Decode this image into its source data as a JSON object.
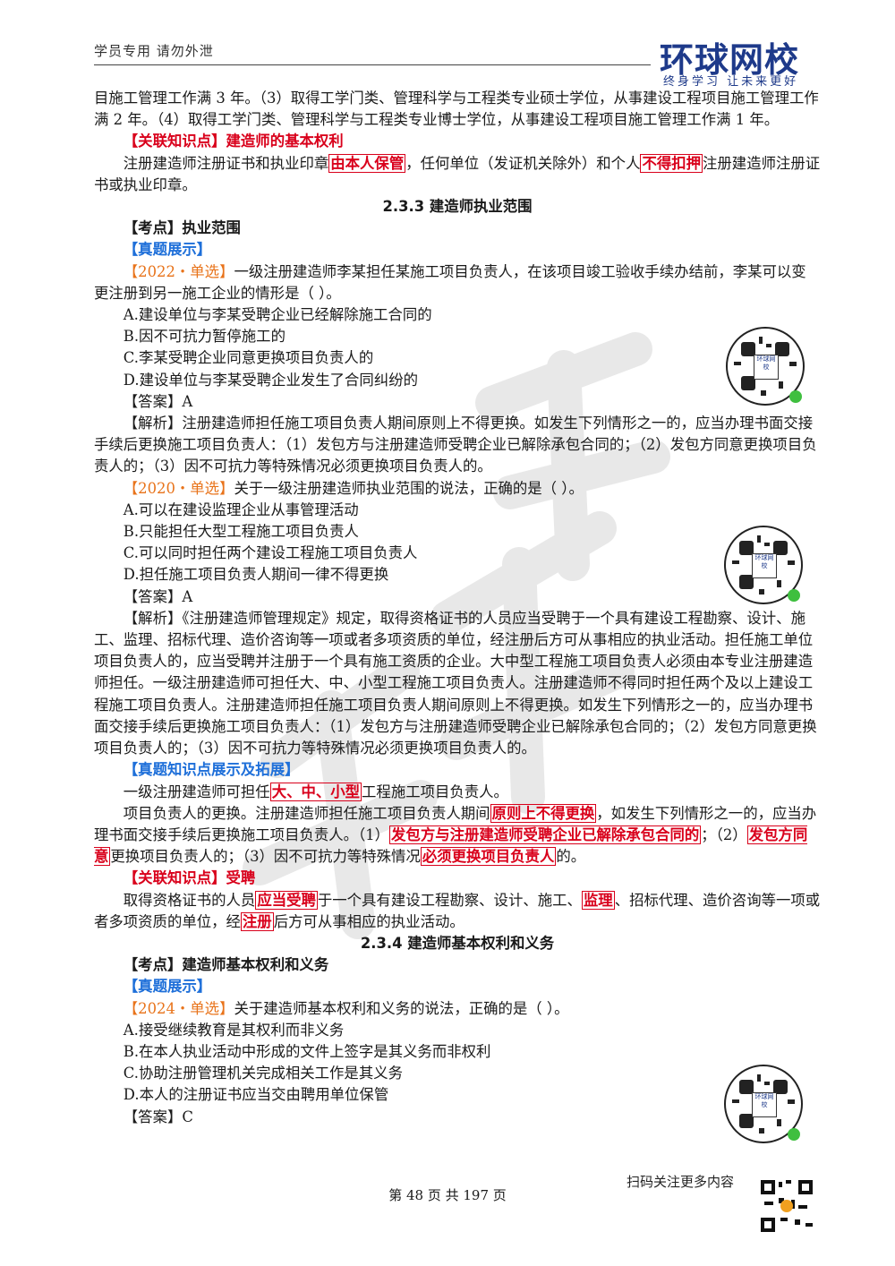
{
  "header": {
    "note": "学员专用 请勿外泄",
    "logo_main": "环球网校",
    "logo_sub": "终身学习 让未来更好"
  },
  "body": {
    "p1": "目施工管理工作满 3 年。（3）取得工学门类、管理科学与工程类专业硕士学位，从事建设工程项目施工管理工作满 2 年。（4）取得工学门类、管理科学与工程类专业博士学位，从事建设工程项目施工管理工作满 1 年。",
    "rel1_title": "【关联知识点】建造师的基本权利",
    "rel1": {
      "a": "注册建造师注册证书和执业印章",
      "h1": "由本人保管",
      "b": "，任何单位（发证机关除外）和个人",
      "h2": "不得扣押",
      "c": "注册建造师注册证书或执业印章。"
    },
    "sec233": "2.3.3 建造师执业范围",
    "kp1": "【考点】执业范围",
    "zt1": "【真题展示】",
    "q1": {
      "tag": "【2022・单选】",
      "text": "一级注册建造师李某担任某施工项目负责人，在该项目竣工验收手续办结前，李某可以变更注册到另一施工企业的情形是（ ）。"
    },
    "q1_opts": [
      "A.建设单位与李某受聘企业已经解除施工合同的",
      "B.因不可抗力暂停施工的",
      "C.李某受聘企业同意更换项目负责人的",
      "D.建设单位与李某受聘企业发生了合同纠纷的"
    ],
    "q1_ans": "【答案】A",
    "q1_exp": "【解析】注册建造师担任施工项目负责人期间原则上不得更换。如发生下列情形之一的，应当办理书面交接手续后更换施工项目负责人：（1）发包方与注册建造师受聘企业已解除承包合同的；（2）发包方同意更换项目负责人的；（3）因不可抗力等特殊情况必须更换项目负责人的。",
    "q2": {
      "tag": "【2020・单选】",
      "text": "关于一级注册建造师执业范围的说法，正确的是（ ）。"
    },
    "q2_opts": [
      "A.可以在建设监理企业从事管理活动",
      "B.只能担任大型工程施工项目负责人",
      "C.可以同时担任两个建设工程施工项目负责人",
      "D.担任施工项目负责人期间一律不得更换"
    ],
    "q2_ans": "【答案】A",
    "q2_exp": "【解析】《注册建造师管理规定》规定，取得资格证书的人员应当受聘于一个具有建设工程勘察、设计、施工、监理、招标代理、造价咨询等一项或者多项资质的单位，经注册后方可从事相应的执业活动。担任施工单位项目负责人的，应当受聘并注册于一个具有施工资质的企业。大中型工程施工项目负责人必须由本专业注册建造师担任。一级注册建造师可担任大、中、小型工程施工项目负责人。注册建造师不得同时担任两个及以上建设工程施工项目负责人。注册建造师担任施工项目负责人期间原则上不得更换。如发生下列情形之一的，应当办理书面交接手续后更换施工项目负责人：（1）发包方与注册建造师受聘企业已解除承包合同的；（2）发包方同意更换项目负责人的；（3）因不可抗力等特殊情况必须更换项目负责人的。",
    "ext_title": "【真题知识点展示及拓展】",
    "ext1": {
      "a": "一级注册建造师可担任",
      "h1": "大、中、小型",
      "b": "工程施工项目负责人。"
    },
    "ext2": {
      "a": "项目负责人的更换。注册建造师担任施工项目负责人期间",
      "h1": "原则上不得更换",
      "b": "，如发生下列情形之一的，应当办理书面交接手续后更换施工项目负责人。（1）",
      "h2": "发包方与注册建造师受聘企业已解除承包合同的",
      "c": "；（2）",
      "h3": "发包方同意",
      "d": "更换项目负责人的；（3）因不可抗力等特殊情况",
      "h4": "必须更换项目负责人",
      "e": "的。"
    },
    "rel2_title": "【关联知识点】受聘",
    "rel2": {
      "a": "取得资格证书的人员",
      "h1": "应当受聘",
      "b": "于一个具有建设工程勘察、设计、施工、",
      "h2": "监理",
      "c": "、招标代理、造价咨询等一项或者多项资质的单位，经",
      "h3": "注册",
      "d": "后方可从事相应的执业活动。"
    },
    "sec234": "2.3.4 建造师基本权利和义务",
    "kp2": "【考点】建造师基本权利和义务",
    "zt2": "【真题展示】",
    "q3": {
      "tag": "【2024・单选】",
      "text": "关于建造师基本权利和义务的说法，正确的是（ ）。"
    },
    "q3_opts": [
      "A.接受继续教育是其权利而非义务",
      "B.在本人执业活动中形成的文件上签字是其义务而非权利",
      "C.协助注册管理机关完成相关工作是其义务",
      "D.本人的注册证书应当交由聘用单位保管"
    ],
    "q3_ans": "【答案】C"
  },
  "qr_label": "环球网校",
  "footer": {
    "page": "第 48 页 共 197 页",
    "scan": "扫码关注更多内容"
  }
}
